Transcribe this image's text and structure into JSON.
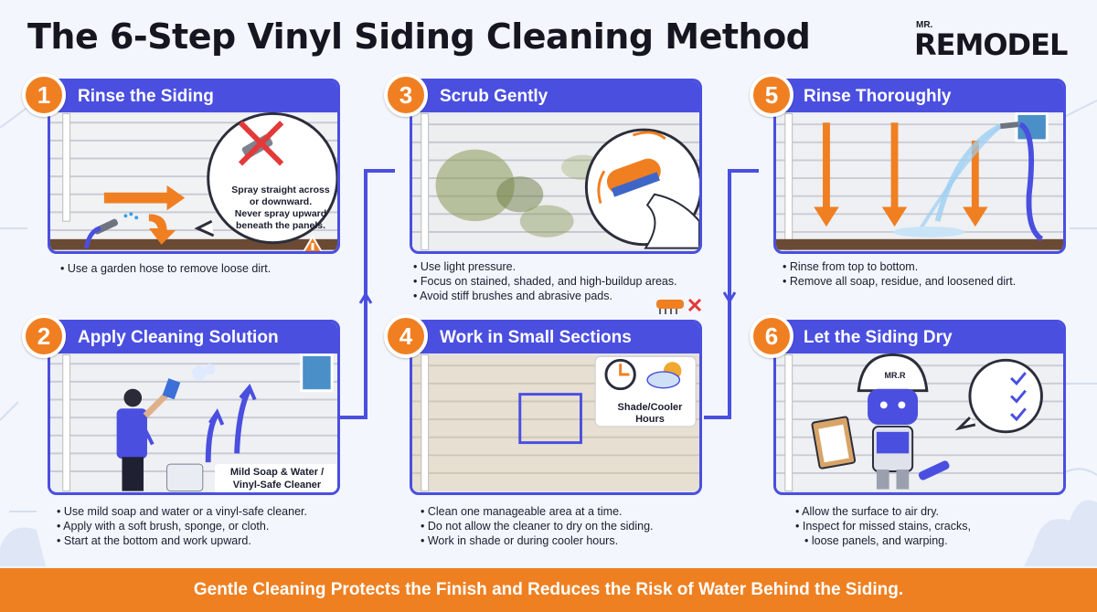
{
  "title": "The 6-Step Vinyl Siding Cleaning Method",
  "logo": {
    "small": "MR.",
    "main": "REMODEL"
  },
  "steps": [
    {
      "number": "1",
      "heading": "Rinse the Siding",
      "callout": [
        "Spray straight across",
        "or downward.",
        "Never spray upward",
        "beneath the panels."
      ],
      "bullets": [
        "Use a garden hose to remove loose dirt."
      ]
    },
    {
      "number": "2",
      "heading": "Apply Cleaning Solution",
      "label": [
        "Mild Soap & Water /",
        "Vinyl-Safe Cleaner"
      ],
      "bullets": [
        "Use mild soap and water or a vinyl-safe cleaner.",
        "Apply with a soft brush, sponge, or cloth.",
        "Start at the bottom and work upward."
      ]
    },
    {
      "number": "3",
      "heading": "Scrub Gently",
      "bullets": [
        "Use light pressure.",
        "Focus on stained, shaded, and high-buildup areas.",
        "Avoid stiff brushes and abrasive pads."
      ]
    },
    {
      "number": "4",
      "heading": "Work in Small Sections",
      "label": [
        "Shade/Cooler",
        "Hours"
      ],
      "bullets": [
        "Clean one manageable area at a time.",
        "Do not allow the cleaner to dry on the siding.",
        "Work in shade or during cooler hours."
      ]
    },
    {
      "number": "5",
      "heading": "Rinse Thoroughly",
      "bullets": [
        "Rinse from top to bottom.",
        "Remove all soap, residue, and loosened dirt."
      ]
    },
    {
      "number": "6",
      "heading": "Let the Siding Dry",
      "helmet": "MR.R",
      "bullets": [
        "Allow the surface to air dry.",
        "Inspect for missed stains, cracks,",
        "loose panels, and warping."
      ]
    }
  ],
  "footer": "Gentle Cleaning Protects the Finish and Reduces the Risk of Water Behind the Siding.",
  "colors": {
    "accent": "#4a4fe0",
    "orange": "#f07f22",
    "footer": "#ee8022"
  }
}
